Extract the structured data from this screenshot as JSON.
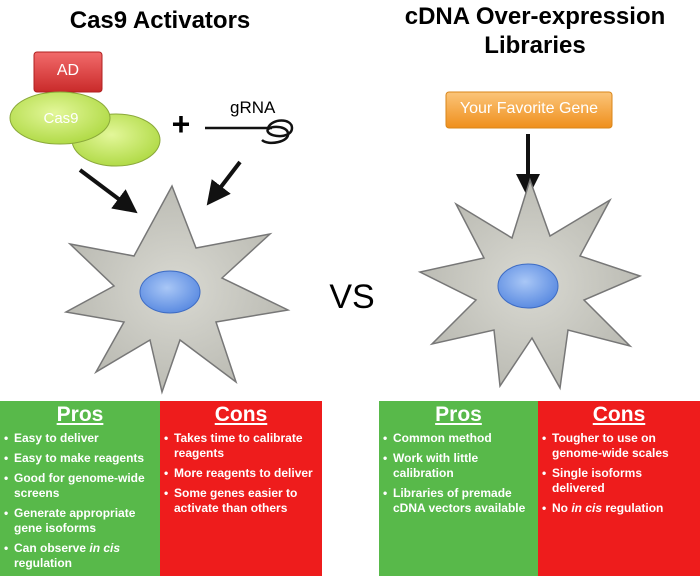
{
  "left": {
    "title": "Cas9 Activators",
    "ad_label": "AD",
    "cas9_label": "Cas9",
    "plus_symbol": "+",
    "grna_label": "gRNA"
  },
  "right": {
    "title_line1": "cDNA Over-expression",
    "title_line2": "Libraries",
    "gene_label": "Your Favorite Gene"
  },
  "vs_label": "VS",
  "panels": {
    "left_pros": {
      "title": "Pros",
      "items": [
        "Easy to deliver",
        "Easy to make reagents",
        "Good for genome-wide screens",
        "Generate appropriate gene isoforms",
        "Can observe in cis regulation"
      ]
    },
    "left_cons": {
      "title": "Cons",
      "items": [
        "Takes time to calibrate reagents",
        "More reagents to deliver",
        "Some genes easier to activate than others"
      ]
    },
    "right_pros": {
      "title": "Pros",
      "items": [
        "Common method",
        "Work with little calibration",
        "Libraries of premade cDNA vectors available"
      ]
    },
    "right_cons": {
      "title": "Cons",
      "items": [
        "Tougher to use on genome-wide scales",
        "Single isoforms delivered",
        "No in cis regulation"
      ]
    }
  },
  "colors": {
    "green_panel": "#58b94a",
    "red_panel": "#ee1c1c",
    "ad_red": "#e03c3c",
    "cas9_green": "#c6ec5a",
    "gene_orange": "#f6a93b",
    "cell_gray": "#c8c8c0",
    "nucleus_blue": "#6f9be8"
  }
}
